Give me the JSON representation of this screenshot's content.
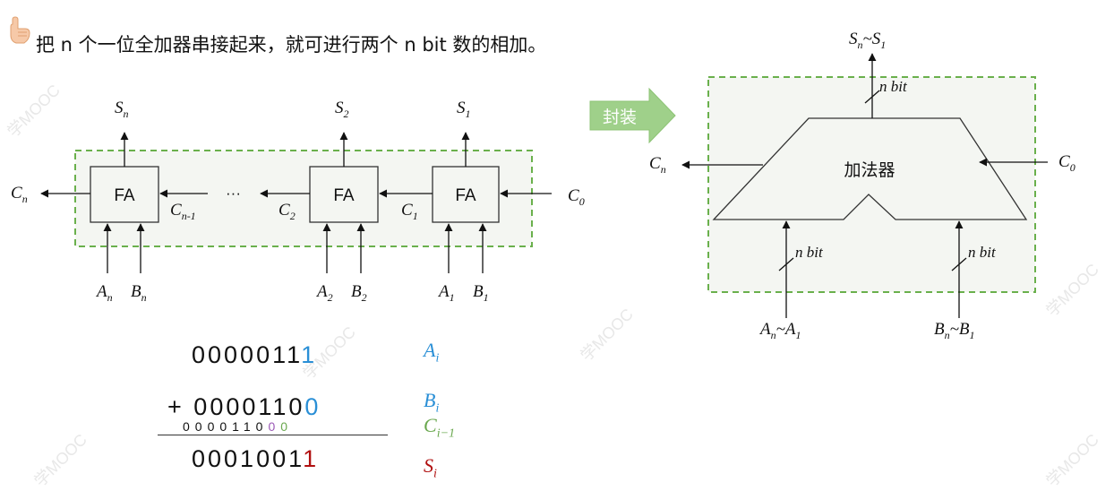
{
  "headline": "把 n 个一位全加器串接起来，就可进行两个 n bit 数的相加。",
  "left_diagram": {
    "fa_label": "FA",
    "outputs": [
      "S",
      "S",
      "S"
    ],
    "output_subs": [
      "n",
      "2",
      "1"
    ],
    "inputs_a": [
      "A",
      "A",
      "A"
    ],
    "inputs_a_subs": [
      "n",
      "2",
      "1"
    ],
    "inputs_b": [
      "B",
      "B",
      "B"
    ],
    "inputs_b_subs": [
      "n",
      "2",
      "1"
    ],
    "carries": [
      "C",
      "C",
      "C",
      "C"
    ],
    "carry_subs": [
      "n",
      "n-1",
      "2",
      "1"
    ],
    "c0": "C",
    "c0_sub": "0",
    "ellipsis": "···"
  },
  "arrow_label": "封装",
  "right_diagram": {
    "adder_label": "加法器",
    "output_label": "S",
    "output_sub_a": "n",
    "output_tilde": "~S",
    "output_sub_b": "1",
    "nbit": "n bit",
    "cn": "C",
    "cn_sub": "n",
    "c0": "C",
    "c0_sub": "0",
    "a_label": "A",
    "a_sub1": "n",
    "a_tilde": "~A",
    "a_sub2": "1",
    "b_label": "B",
    "b_sub1": "n",
    "b_tilde": "~B",
    "b_sub2": "1"
  },
  "binary_example": {
    "a_digits": "0000011",
    "a_last": "1",
    "plus": "+",
    "b_digits": "0000110",
    "b_last": "0",
    "carry_digits": "0000110",
    "carry_purple": "0",
    "carry_green": "0",
    "sum_digits": "0001001",
    "sum_last": "1",
    "label_a": "A",
    "label_a_sub": "i",
    "label_b": "B",
    "label_b_sub": "i",
    "label_c": "C",
    "label_c_sub": "i−1",
    "label_s": "S",
    "label_s_sub": "i"
  },
  "colors": {
    "dashed_box": "#6ab04c",
    "box_fill": "#f4f6f2",
    "arrow_fill": "#9fd08a",
    "a_highlight": "#2a8fd6",
    "sum_highlight": "#b01010",
    "carry_green": "#6aa84f",
    "carry_purple": "#9b59b6"
  }
}
